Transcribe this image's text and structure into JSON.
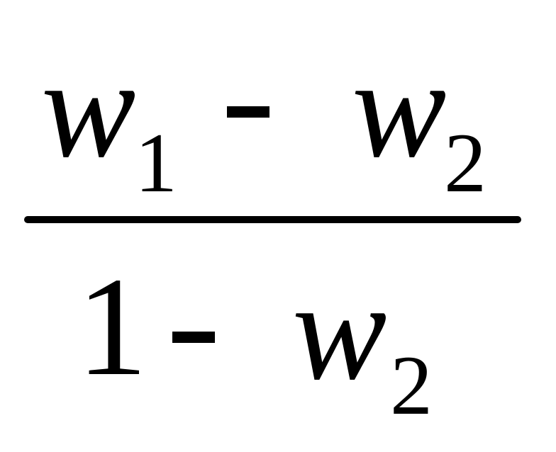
{
  "formula": {
    "numerator": {
      "term1": {
        "variable": "w",
        "subscript": "1"
      },
      "operator": "-",
      "term2": {
        "variable": "w",
        "subscript": "2"
      }
    },
    "denominator": {
      "constant": "1",
      "operator": "-",
      "term": {
        "variable": "w",
        "subscript": "2"
      }
    }
  }
}
